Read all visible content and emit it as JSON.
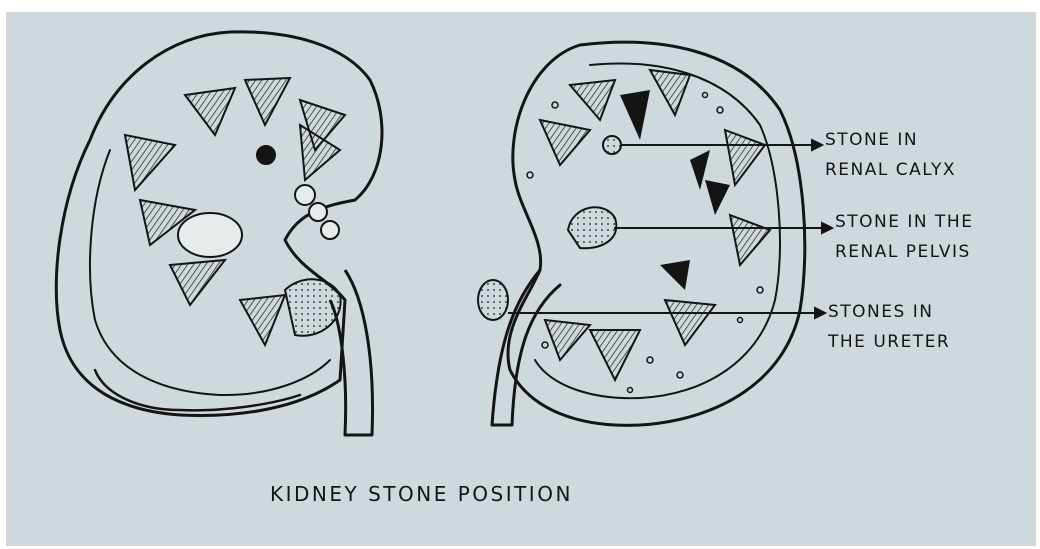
{
  "diagram": {
    "title": "KIDNEY STONE POSITION",
    "labels": [
      {
        "line1": "STONE IN",
        "line2": "RENAL CALYX"
      },
      {
        "line1": "STONE IN THE",
        "line2": "RENAL PELVIS"
      },
      {
        "line1": "STONES IN",
        "line2": "THE URETER"
      }
    ]
  },
  "colors": {
    "paper": "#cfd9dd",
    "ink": "#141414",
    "border": "#ffffff"
  }
}
